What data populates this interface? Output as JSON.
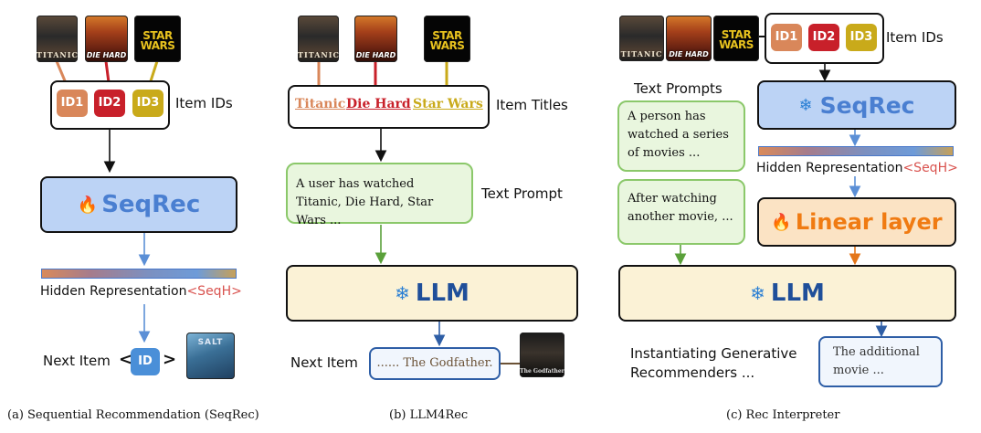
{
  "panel_a": {
    "posters": {
      "titanic": "TITANIC",
      "diehard": "DIE HARD",
      "starwars": "STAR WARS",
      "next": "SALT"
    },
    "ids": [
      "ID1",
      "ID2",
      "ID3"
    ],
    "item_ids_label": "Item IDs",
    "seqrec_label": "SeqRec",
    "hidden_rep_label": "Hidden Representation",
    "hidden_rep_tag": "<SeqH>",
    "next_item_label": "Next Item",
    "next_id": "ID",
    "lt": "<",
    "gt": ">",
    "caption": "(a)  Sequential Recommendation (SeqRec)"
  },
  "panel_b": {
    "posters": {
      "titanic": "TITANIC",
      "diehard": "DIE HARD",
      "starwars": "STAR WARS",
      "godfather": "The Godfather"
    },
    "titles": [
      "Titanic",
      "Die Hard",
      "Star Wars"
    ],
    "item_titles_label": "Item Titles",
    "prompt_text": "A user has watched Titanic, Die Hard, Star Wars ...",
    "text_prompt_label": "Text Prompt",
    "llm_label": "LLM",
    "next_item_label": "Next Item",
    "output_text": "...... The Godfather.",
    "caption": "(b)  LLM4Rec"
  },
  "panel_c": {
    "posters": {
      "titanic": "TITANIC",
      "diehard": "DIE HARD",
      "starwars": "STAR WARS"
    },
    "ids": [
      "ID1",
      "ID2",
      "ID3"
    ],
    "item_ids_label": "Item IDs",
    "text_prompts_label": "Text Prompts",
    "prompt1": "A person has watched a series of movies ...",
    "prompt2": "After watching another movie, ...",
    "seqrec_label": "SeqRec",
    "hidden_rep_label": "Hidden Representation",
    "hidden_rep_tag": "<SeqH>",
    "linear_label": "Linear layer",
    "llm_label": "LLM",
    "instantiating_label": "Instantiating Generative Recommenders ...",
    "output_text": "The additional movie ...",
    "caption": "(c)  Rec Interpreter"
  },
  "colors": {
    "id1": "#d9875a",
    "id2": "#c8202a",
    "id3": "#c9aa1a",
    "seqrec_fill": "#bcd3f5",
    "seqrec_text": "#4a7fd1",
    "llm_fill": "#fbf2d6",
    "llm_text": "#1f4f9a",
    "linear_fill": "#fbe3c4",
    "linear_text": "#f07b12",
    "prompt_fill": "#e9f6de",
    "prompt_border": "#8bc86a",
    "seqh_tag": "#d9534f"
  },
  "icons": {
    "fire": "fire-icon",
    "snowflake": "snowflake-icon"
  }
}
